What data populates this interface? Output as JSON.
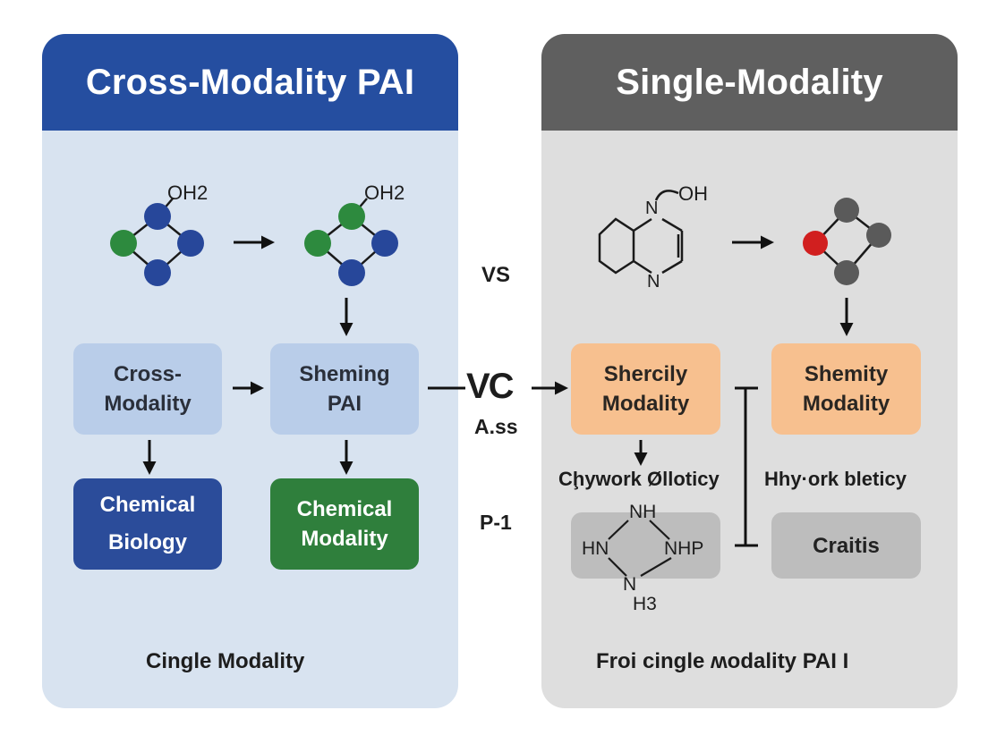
{
  "left_panel": {
    "title": "Cross-Modality PAI",
    "boxes": {
      "cross_modality": "Cross-\nModality",
      "sheming_pai": "Sheming\nPAI",
      "chemical_biology": "Chemical\nBiology",
      "chemical_modality": "Chemical\nModality"
    },
    "molecule_labels": [
      "OH2",
      "OH2"
    ],
    "footer": "Cingle  Modality"
  },
  "middle": {
    "vs": "VS",
    "vc": "VC",
    "ass": "A.ss",
    "p1": "P-1"
  },
  "right_panel": {
    "title": "Single-Modality",
    "boxes": {
      "shercily_modality": "Shercily\nModality",
      "shemity_modality": "Shemity\nModality",
      "craitis": "Craitis"
    },
    "molecule_labels": {
      "oh": "OH",
      "n_top": "N",
      "n_bottom": "N",
      "nh": "NH",
      "hn": "HN",
      "nhp": "NHP",
      "n": "N",
      "h3": "H3"
    },
    "captions": {
      "left": "Cḩywork Ølloticy",
      "right": "Hhy·ork bleticy"
    },
    "footer": "Froi cingle  ʍodality PAI I"
  },
  "colors": {
    "left_header": "#254ea0",
    "left_panel": "#d8e3f0",
    "right_header": "#5f5f5f",
    "right_panel": "#dedede",
    "atom_blue": "#27479a",
    "atom_green": "#2d8a3e",
    "atom_red": "#d11f1f",
    "atom_gray": "#5a5a5a"
  }
}
